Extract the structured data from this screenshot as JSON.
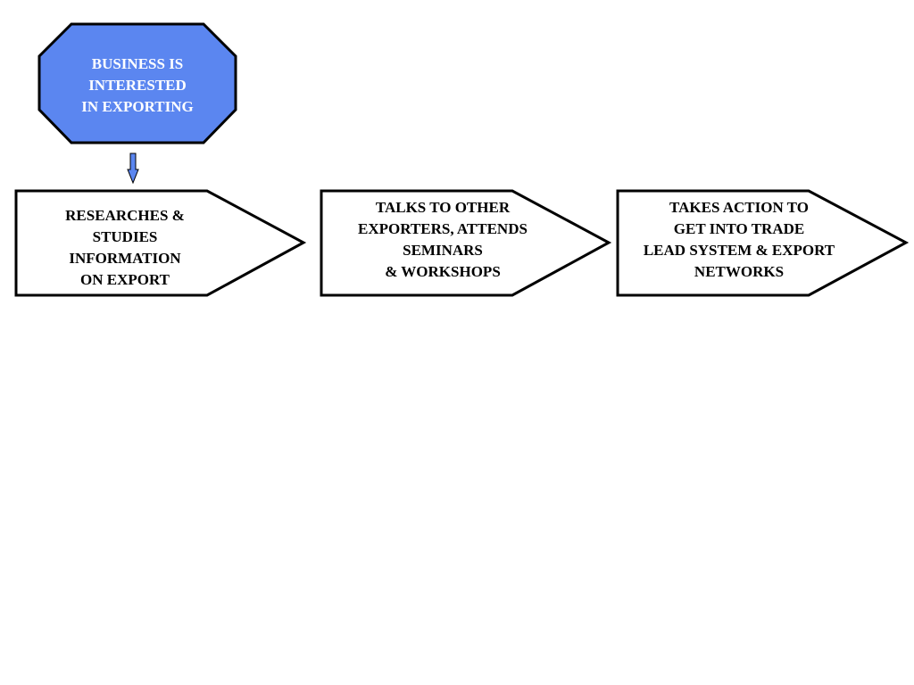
{
  "diagram": {
    "start_node": {
      "text": "BUSINESS IS\nINTERESTED\nIN EXPORTING",
      "fill": "#5b86f0"
    },
    "steps": [
      {
        "text": "RESEARCHES &\nSTUDIES\nINFORMATION\nON EXPORT"
      },
      {
        "text": "TALKS TO OTHER\nEXPORTERS, ATTENDS\nSEMINARS\n& WORKSHOPS"
      },
      {
        "text": "TAKES ACTION TO\nGET INTO TRADE\nLEAD SYSTEM & EXPORT\nNETWORKS"
      }
    ],
    "arrow_fill": "#5b86f0"
  }
}
